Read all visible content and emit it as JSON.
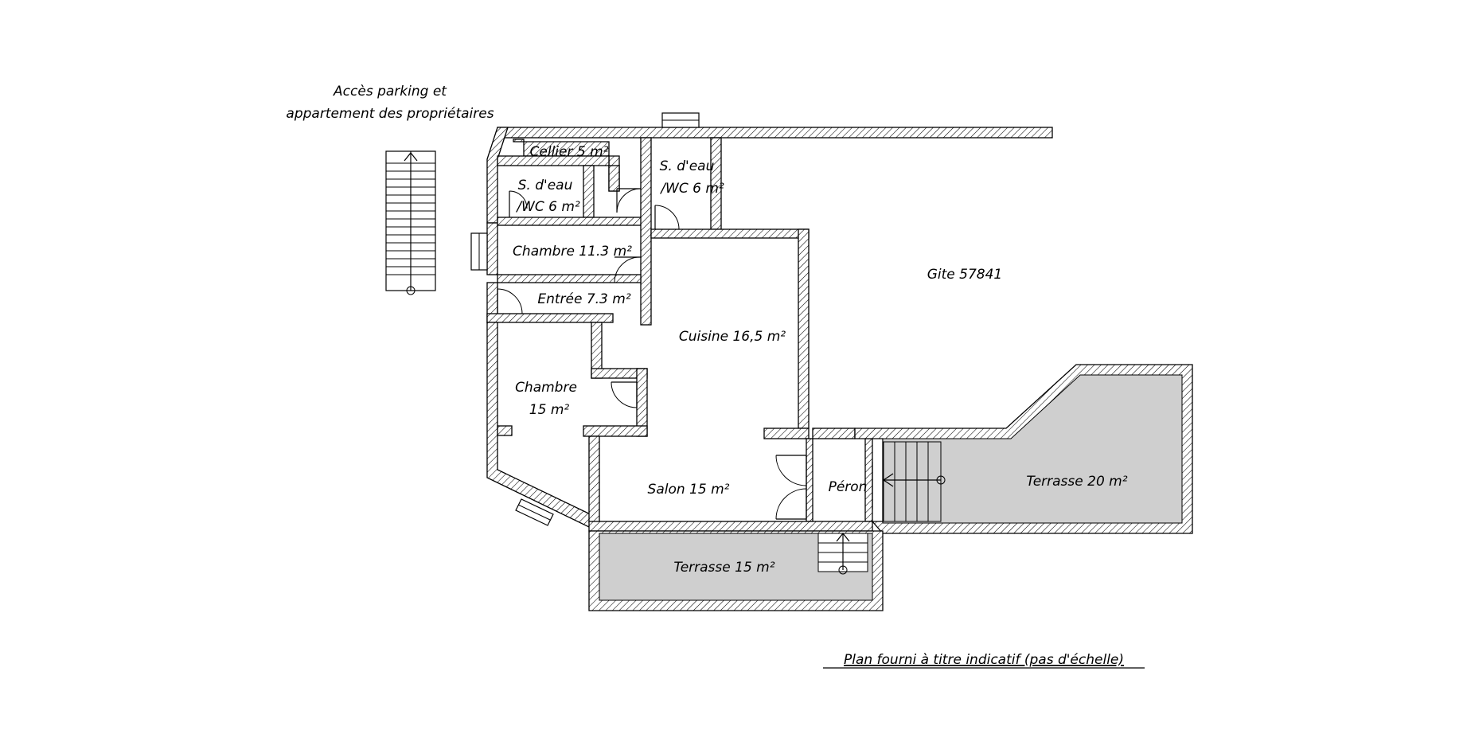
{
  "header": {
    "access_line1": "Accès parking et",
    "access_line2": "appartement des propriétaires"
  },
  "gite_id": "Gite 57841",
  "rooms": {
    "cellier": "Cellier 5 m²",
    "sdeau_left_1": "S. d'eau",
    "sdeau_left_2": "/WC 6 m²",
    "sdeau_right_1": "S. d'eau",
    "sdeau_right_2": "/WC 6 m²",
    "chambre_small": "Chambre 11.3 m²",
    "entree": "Entrée 7.3 m²",
    "cuisine": "Cuisine 16,5 m²",
    "chambre_large_1": "Chambre",
    "chambre_large_2": "15 m²",
    "salon": "Salon 15 m²",
    "peron": "Péron",
    "terrasse_east": "Terrasse 20 m²",
    "terrasse_south": "Terrasse 15 m²"
  },
  "footer": {
    "disclaimer": "Plan fourni à titre indicatif (pas d'échelle)"
  },
  "colors": {
    "terrace_fill": "#cfcfcf",
    "wall_outline": "#000000",
    "background": "#ffffff"
  }
}
